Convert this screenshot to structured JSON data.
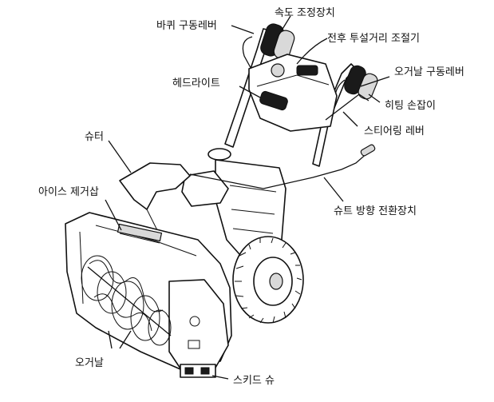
{
  "labels": {
    "wheel_drive_lever": "바퀴 구동레버",
    "speed_control": "속도 조정장치",
    "throw_distance": "전후 투설거리 조절기",
    "auger_drive_lever": "오거날 구동레버",
    "headlight": "헤드라이트",
    "heated_grip": "히팅 손잡이",
    "steering_lever": "스티어링 레버",
    "chute": "슈터",
    "ice_remover": "아이스 제거삽",
    "chute_direction": "슈트 방향 전환장치",
    "auger": "오거날",
    "skid_shoe": "스키드 슈"
  }
}
